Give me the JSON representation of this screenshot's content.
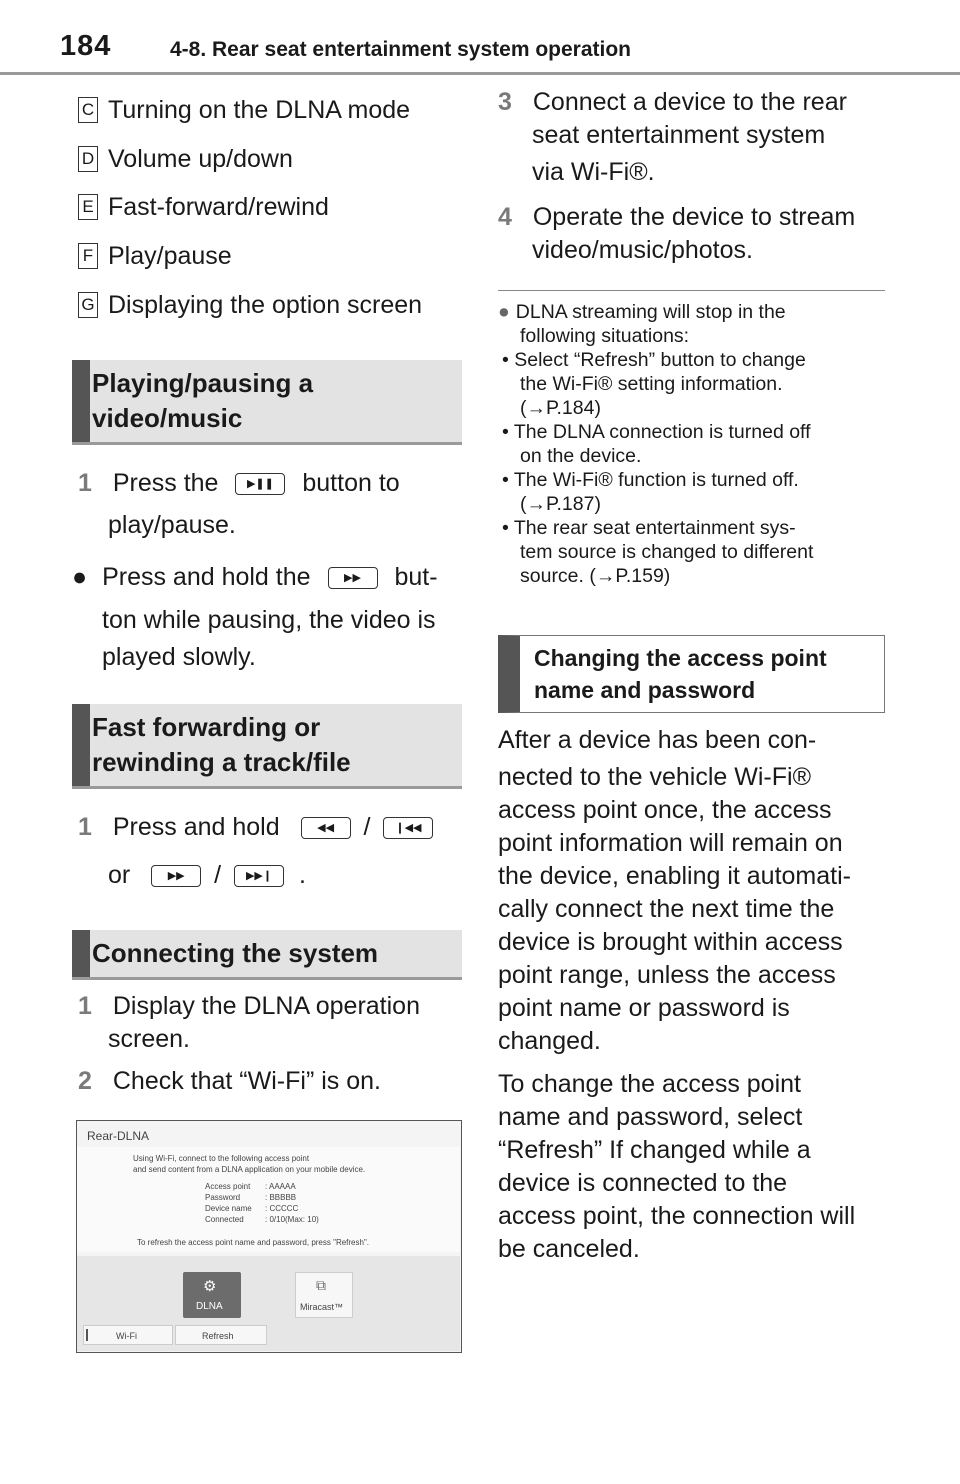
{
  "header": {
    "page_number": "184",
    "section_title": "4-8. Rear seat entertainment system operation"
  },
  "legend": [
    {
      "letter": "C",
      "text": "Turning on the DLNA mode"
    },
    {
      "letter": "D",
      "text": "Volume up/down"
    },
    {
      "letter": "E",
      "text": "Fast-forward/rewind"
    },
    {
      "letter": "F",
      "text": "Play/pause"
    },
    {
      "letter": "G",
      "text": "Displaying the option screen"
    }
  ],
  "play_pause": {
    "heading_line1": "Playing/pausing a",
    "heading_line2": "video/music",
    "step1_num": "1",
    "step1_a": "Press the",
    "step1_b": "button to",
    "step1_c": "play/pause.",
    "bullet_a": "Press and hold the",
    "bullet_b": "but-",
    "bullet_c": "ton while pausing, the video is",
    "bullet_d": "played slowly."
  },
  "fast_forward": {
    "heading_line1": "Fast forwarding or",
    "heading_line2": "rewinding a track/file",
    "step1_num": "1",
    "step1_a": "Press and hold",
    "slash": "/",
    "or": "or",
    "period": "."
  },
  "connecting": {
    "heading": "Connecting the system",
    "steps": [
      {
        "num": "1",
        "line1": "Display the DLNA operation",
        "line2": "screen."
      },
      {
        "num": "2",
        "line1": "Check that “Wi-Fi” is on."
      },
      {
        "num": "3",
        "line1": "Connect a device to the rear",
        "line2": "seat entertainment system",
        "line3": "via Wi-Fi®."
      },
      {
        "num": "4",
        "line1": "Operate the device to stream",
        "line2": "video/music/photos."
      }
    ]
  },
  "screen": {
    "title": "Rear-DLNA",
    "intro1": "Using Wi-Fi, connect to the following access point",
    "intro2": "and send content from a DLNA application on your mobile device.",
    "rows": [
      {
        "label": "Access point",
        "value": ": AAAAA"
      },
      {
        "label": "Password",
        "value": ": BBBBB"
      },
      {
        "label": "Device name",
        "value": ": CCCCC"
      },
      {
        "label": "Connected",
        "value": ": 0/10(Max: 10)"
      }
    ],
    "refresh_hint": "To refresh the access point name and password, press \"Refresh\".",
    "dlna_label": "DLNA",
    "miracast_label": "Miracast™",
    "wifi_label": "Wi-Fi",
    "refresh_label": "Refresh"
  },
  "note": {
    "lines": [
      "DLNA streaming will stop in the",
      "following situations:",
      "• Select “Refresh” button to change",
      "the Wi-Fi® setting information.",
      "(→P.184)",
      "• The DLNA connection is turned off",
      "on the device.",
      "• The Wi-Fi® function is turned off.",
      "(→P.187)",
      "• The rear seat entertainment sys-",
      "tem source is changed to different",
      "source. (→P.159)"
    ]
  },
  "access_point": {
    "heading_line1": "Changing the access point",
    "heading_line2": "name and password",
    "para1": [
      "After a device has been con-",
      "nected to the vehicle Wi-Fi®",
      "access point once, the access",
      "point information will remain on",
      "the device, enabling it automati-",
      "cally connect the next time the",
      "device is brought within access",
      "point range, unless the access",
      "point name or password is",
      "changed."
    ],
    "para2": [
      "To change the access point",
      "name and password, select",
      "“Refresh” If changed while a",
      "device is connected to the",
      "access point, the connection will",
      "be canceled."
    ]
  }
}
